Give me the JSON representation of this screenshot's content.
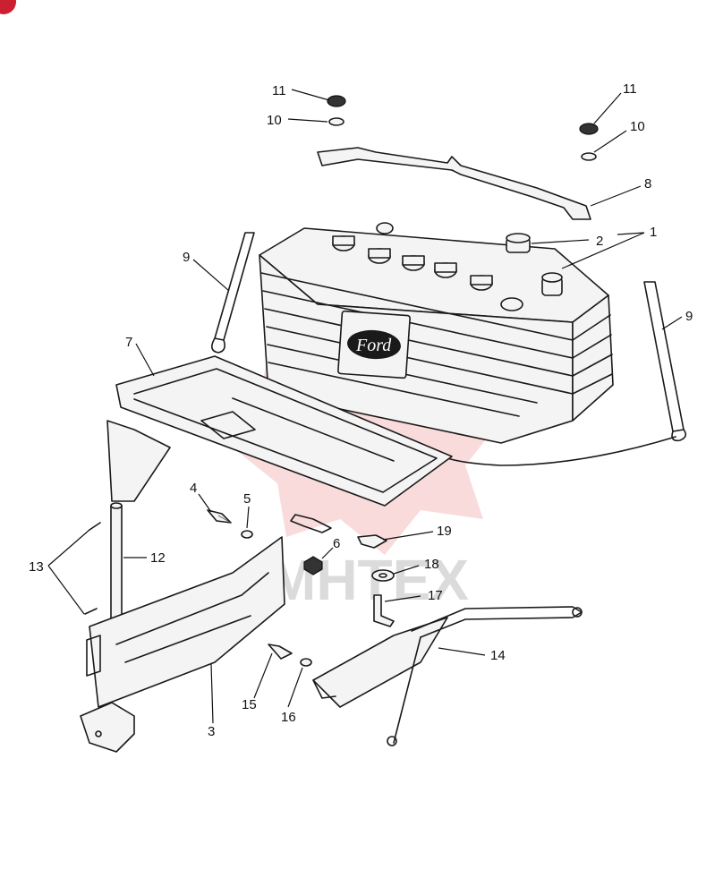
{
  "brand_logo": "Ford",
  "watermark": "MHTEX",
  "colors": {
    "watermark_red": "#dd2222",
    "ink": "#1a1a1a",
    "corner_badge": "#cc1f2f"
  },
  "callouts": [
    "1",
    "2",
    "3",
    "4",
    "5",
    "6",
    "7",
    "8",
    "9",
    "10",
    "11",
    "12",
    "13",
    "14",
    "15",
    "16",
    "17",
    "18",
    "19"
  ]
}
